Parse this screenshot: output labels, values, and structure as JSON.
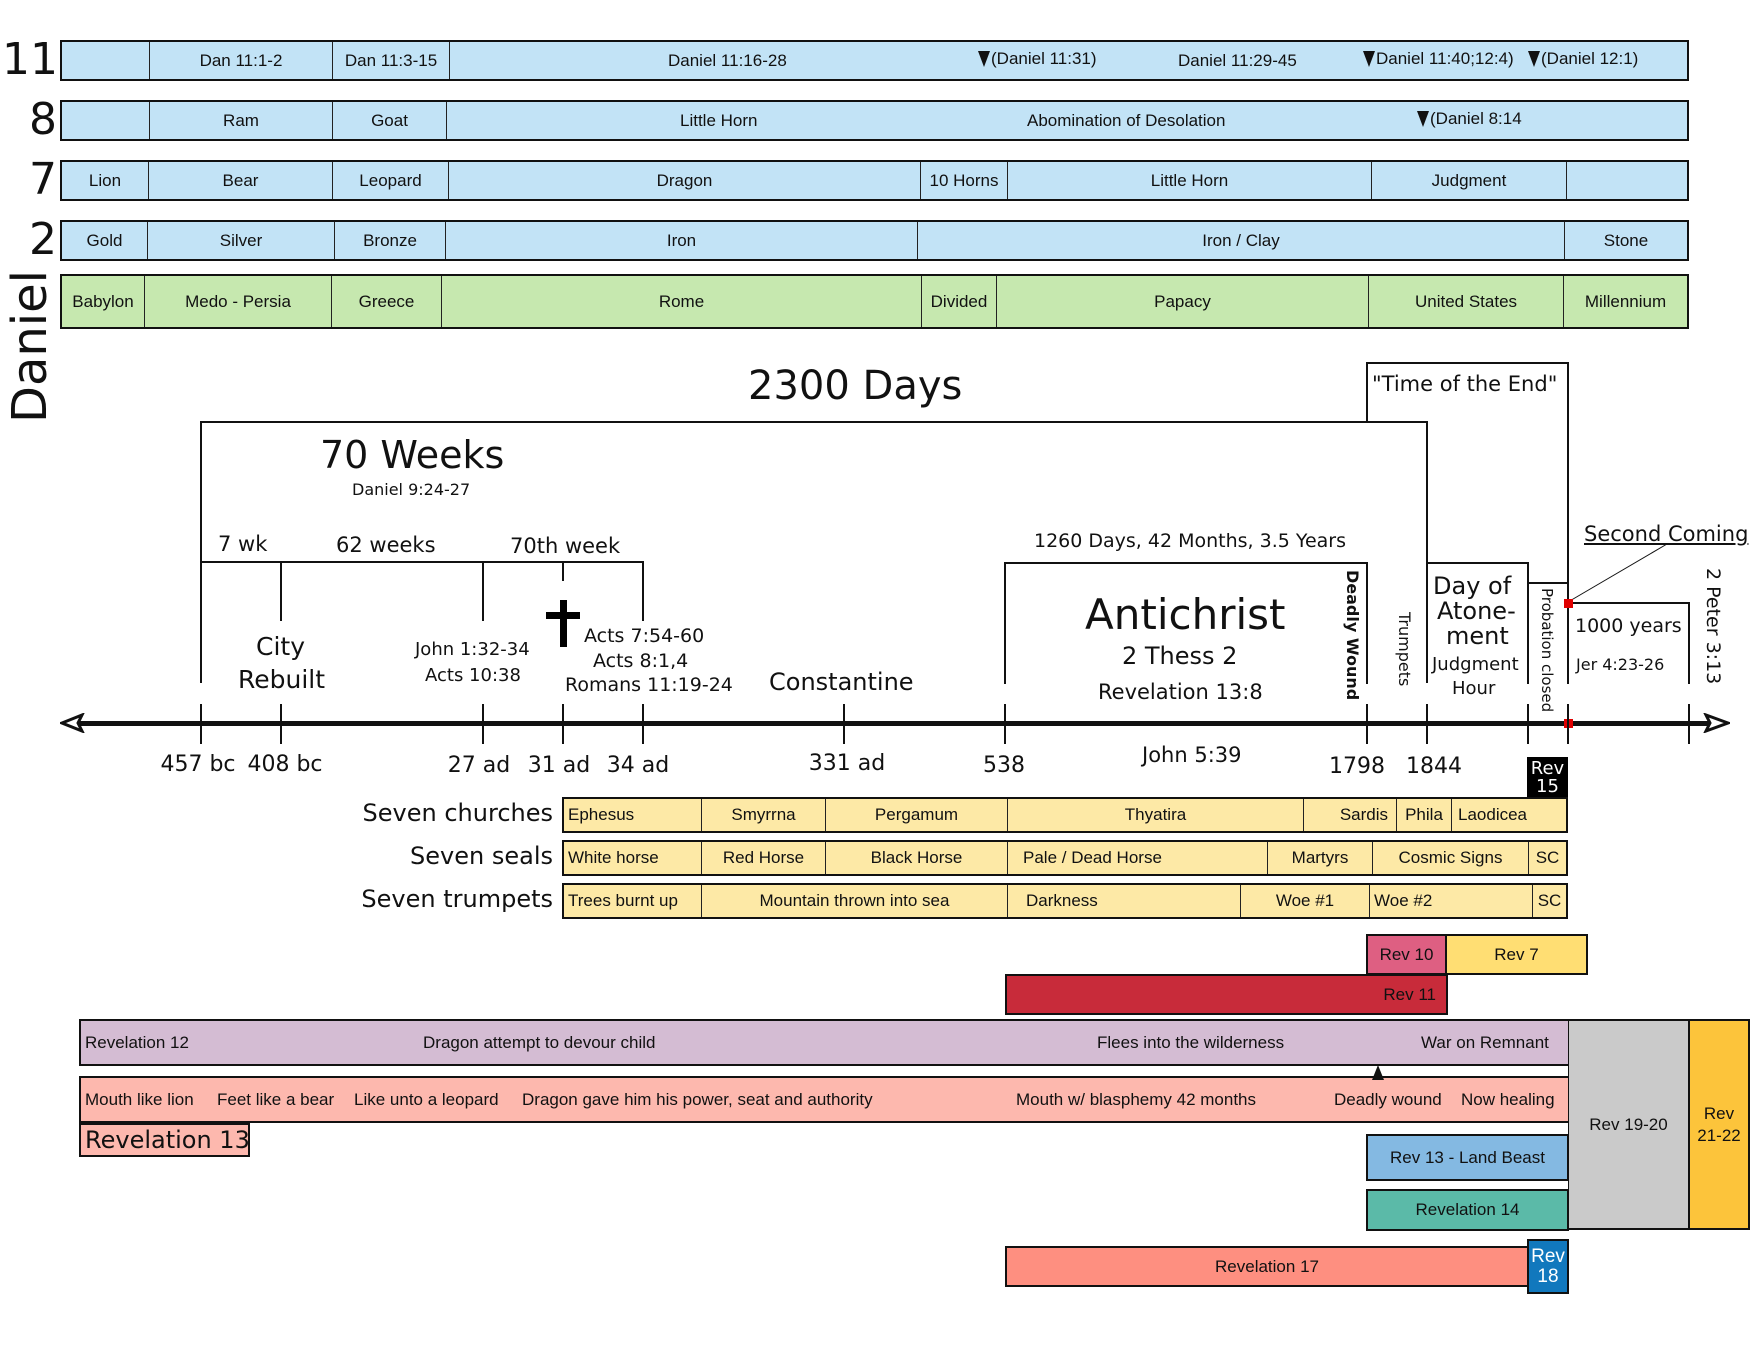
{
  "side_label": "Daniel",
  "chapters": {
    "ch11": {
      "number": "11",
      "cells": [
        "",
        "Dan 11:1-2",
        "Dan 11:3-15",
        "Daniel 11:16-28"
      ],
      "markers": [
        {
          "icon": "triangle-down-icon",
          "text": "(Daniel 11:31)"
        },
        {
          "icon": "",
          "text": "Daniel 11:29-45"
        },
        {
          "icon": "triangle-down-icon",
          "text": "Daniel 11:40;12:4)"
        },
        {
          "icon": "triangle-down-icon",
          "text": "(Daniel 12:1)"
        }
      ]
    },
    "ch8": {
      "number": "8",
      "cells": [
        "",
        "Ram",
        "Goat",
        "Little Horn"
      ],
      "markers": [
        {
          "icon": "",
          "text": "Abomination of Desolation"
        },
        {
          "icon": "triangle-down-icon",
          "text": "(Daniel 8:14"
        }
      ]
    },
    "ch7": {
      "number": "7",
      "cells": [
        "Lion",
        "Bear",
        "Leopard",
        "Dragon",
        "10 Horns",
        "Little Horn",
        "Judgment",
        ""
      ]
    },
    "ch2": {
      "number": "2",
      "cells": [
        "Gold",
        "Silver",
        "Bronze",
        "Iron",
        "Iron / Clay",
        "Stone"
      ]
    },
    "kingdoms": {
      "cells": [
        "Babylon",
        "Medo - Persia",
        "Greece",
        "Rome",
        "Divided",
        "Papacy",
        "United States",
        "Millennium"
      ]
    }
  },
  "prophecy": {
    "days_2300": "2300 Days",
    "time_of_end": "\"Time of the End\"",
    "weeks_70": "70 Weeks",
    "weeks_70_ref": "Daniel 9:24-27",
    "wk7": "7 wk",
    "wk62": "62 weeks",
    "wk70th": "70th week",
    "city": "City",
    "rebuilt": "Rebuilt",
    "john_ref1": "John 1:32-34",
    "john_ref2": "Acts 10:38",
    "acts1": "Acts 7:54-60",
    "acts2": "Acts 8:1,4",
    "acts3": "Romans 11:19-24",
    "constantine": "Constantine",
    "days_1260": "1260 Days, 42 Months, 3.5 Years",
    "antichrist": "Antichrist",
    "thess": "2 Thess 2",
    "rev13_8": "Revelation 13:8",
    "deadly_wound": "Deadly Wound",
    "trumpets": "Trumpets",
    "atone1": "Day of",
    "atone2": "Atone-",
    "atone3": "ment",
    "judgment": "Judgment",
    "hour": "Hour",
    "probation": "Probation closed",
    "second_coming": "Second Coming",
    "years_1000": "1000 years",
    "jer": "Jer 4:23-26",
    "peter": "2 Peter 3:13",
    "john539": "John 5:39"
  },
  "timeline": {
    "dates": [
      "457 bc",
      "408 bc",
      "27 ad",
      "31 ad",
      "34 ad",
      "331 ad",
      "538",
      "1798",
      "1844"
    ],
    "rev15": [
      "Rev",
      "15"
    ]
  },
  "revelation": {
    "churches": {
      "label": "Seven churches",
      "cells": [
        "Ephesus",
        "Smyrrna",
        "Pergamum",
        "Thyatira",
        "Sardis",
        "Phila",
        "Laodicea"
      ]
    },
    "seals": {
      "label": "Seven seals",
      "cells": [
        "White horse",
        "Red Horse",
        "Black Horse",
        "Pale / Dead Horse",
        "Martyrs",
        "Cosmic Signs",
        "SC"
      ]
    },
    "trumpets": {
      "label": "Seven trumpets",
      "cells": [
        "Trees burnt up",
        "Mountain thrown into sea",
        "Darkness",
        "Woe #1",
        "Woe #2",
        "SC"
      ]
    },
    "rev10": "Rev 10",
    "rev7": "Rev 7",
    "rev11": "Rev 11",
    "rev12": {
      "title": "Revelation 12",
      "t1": "Dragon attempt to devour child",
      "t2": "Flees into the wilderness",
      "t3": "War on Remnant"
    },
    "rev13": {
      "t1": "Mouth like lion",
      "t2": "Feet like a bear",
      "t3": "Like unto a leopard",
      "t4": "Dragon gave him his power, seat and authority",
      "t5": "Mouth w/ blasphemy 42 months",
      "t6": "Deadly wound",
      "t7": "Now healing",
      "title": "Revelation 13"
    },
    "rev19_20": "Rev 19-20",
    "rev21_22": [
      "Rev",
      "21-22"
    ],
    "rev13_land": "Rev 13 - Land Beast",
    "rev14": "Revelation 14",
    "rev17": "Revelation 17",
    "rev18": [
      "Rev",
      "18"
    ]
  },
  "colors": {
    "daniel_blue": "#c2e3f6",
    "kingdom_green": "#c6e8af",
    "rev_yellow": "#fde9a6",
    "rev10": "#de5f82",
    "rev7": "#ffde73",
    "rev11": "#c82b3a",
    "rev12": "#d4bcd3",
    "rev13": "#fdb8ae",
    "rev19_20": "#cacaca",
    "rev21_22": "#fcc43b",
    "land_beast": "#84b9e2",
    "rev14": "#5bbaa8",
    "rev17": "#fe8f80",
    "rev18": "#1178bd",
    "accent_red": "#e00000"
  }
}
